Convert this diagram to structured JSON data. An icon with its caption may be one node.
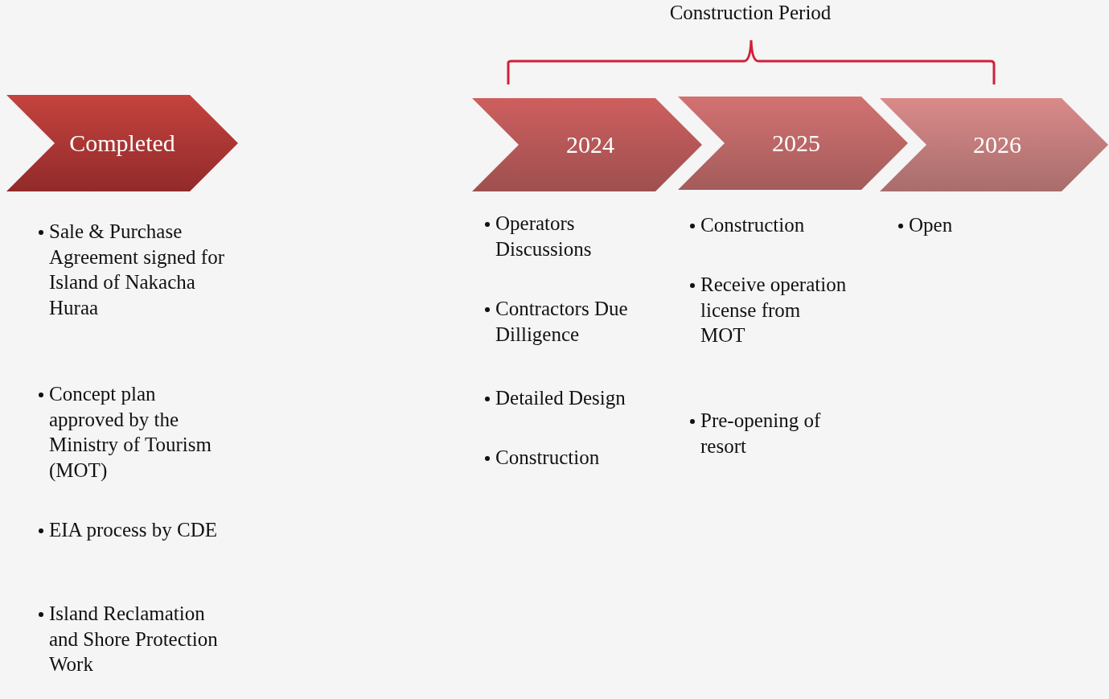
{
  "diagram": {
    "nodes": [
      {
        "text": [
          "Completed"
        ],
        "beside": [
          "Sale & Purchase Agreement signed for Island of Nakacha Huraa",
          "Concept plan approved by the Ministry of Tourism (MOT)",
          "EIA process by CDE",
          "Island Reclamation and Shore Protection Work"
        ]
      },
      {
        "text": [
          "2024"
        ],
        "beside": [
          "Operators Discussions",
          "Contractors Due Dilligence",
          "Detailed Design",
          "Construction"
        ]
      },
      {
        "text": [
          "2025"
        ],
        "beside": [
          "Construction",
          "Receive operation license from MOT",
          "Pre-opening of resort"
        ]
      },
      {
        "text": [
          "2026"
        ],
        "beside": [
          "Open"
        ]
      }
    ],
    "labels": [
      "Construction Period"
    ]
  }
}
